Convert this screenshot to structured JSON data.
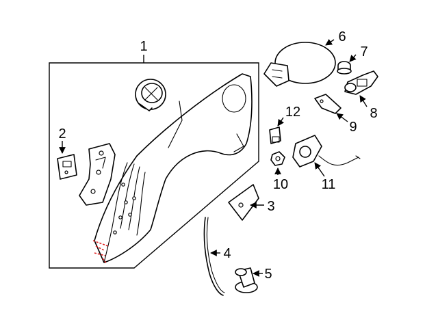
{
  "callouts": {
    "c1": "1",
    "c2": "2",
    "c3": "3",
    "c4": "4",
    "c5": "5",
    "c6": "6",
    "c7": "7",
    "c8": "8",
    "c9": "9",
    "c10": "10",
    "c11": "11",
    "c12": "12"
  },
  "colors": {
    "line": "#000000",
    "background": "#ffffff",
    "cut_line": "#e02020"
  }
}
